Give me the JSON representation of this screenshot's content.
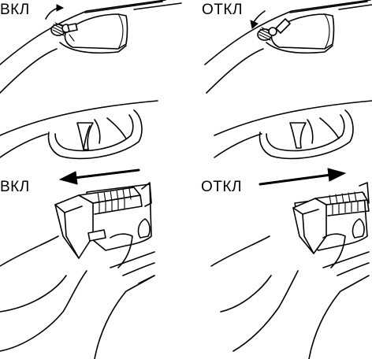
{
  "labels": {
    "top_left": "ВКЛ",
    "top_right": "ОТКЛ",
    "bottom_left": "ВКЛ",
    "bottom_right": "ОТКЛ"
  },
  "colors": {
    "line": "#000000",
    "background": "#ffffff"
  },
  "icons": {
    "top_left_arrow": "curved-arrow-clockwise-icon",
    "top_right_arrow": "curved-arrow-counterclockwise-icon",
    "bottom_left_arrow": "arrow-left-icon",
    "bottom_right_arrow": "arrow-right-icon"
  }
}
